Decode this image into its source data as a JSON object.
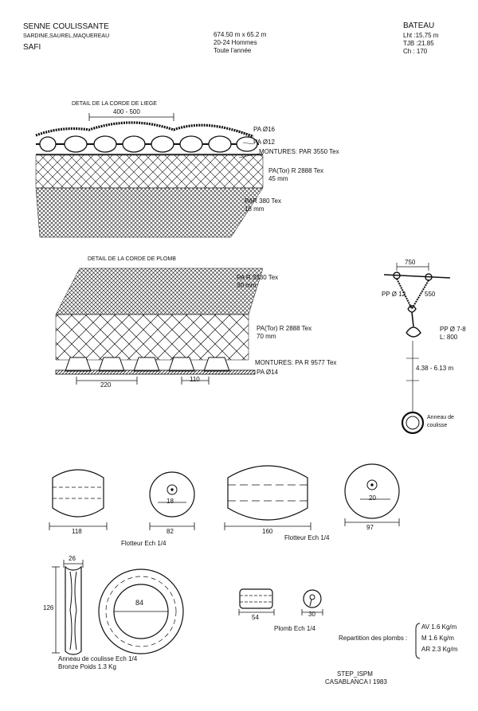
{
  "header": {
    "title": "SENNE COULISSANTE",
    "species": "SARDINE,SAUREL,MAQUEREAU",
    "port": "SAFI",
    "dimensions": "674.50 m x 65.2 m",
    "crew": "20-24 Hommes",
    "season": "Toute l'année",
    "boat_label": "BATEAU",
    "boat_lht": "Lht :15.75 m",
    "boat_tjb": "TJB :21.85",
    "boat_ch": "Ch : 170"
  },
  "liege": {
    "title": "DETAIL DE LA CORDE DE LIEGE",
    "spacing": "400 - 500",
    "rope1": "PA Ø16",
    "rope2": "PA Ø12",
    "montures": "MONTURES: PAR 3550 Tex",
    "net1_line1": "PA(Tor) R 2888 Tex",
    "net1_line2": "45 mm",
    "net2_line1": "PAR 380 Tex",
    "net2_line2": "18 mm"
  },
  "plomb": {
    "title": "DETAIL DE LA CORDE DE PLOMB",
    "net1_line1": "PA R 3330 Tex",
    "net1_line2": "30 mm",
    "net2_line1": "PA(Tor) R 2888 Tex",
    "net2_line2": "70 mm",
    "montures": "MONTURES: PA R 9577 Tex",
    "rope": "PA Ø14",
    "dim_220": "220",
    "dim_110": "110"
  },
  "ring_rig": {
    "dim_750": "750",
    "dim_550": "550",
    "rope_pp": "PP Ø 12",
    "pp2": "PP Ø 7-8",
    "pp2_len": "L: 800",
    "length": "4.38 - 6.13 m",
    "ring_label1": "Anneau de",
    "ring_label2": "coulisse"
  },
  "floats": {
    "f1_len": "118",
    "f1_hole": "18",
    "f1_dia": "82",
    "f2_len": "160",
    "f2_hole": "20",
    "f2_dia": "97",
    "caption1": "Flotteur Ech 1/4",
    "caption2": "Flotteur Ech 1/4"
  },
  "ring": {
    "width": "26",
    "height": "126",
    "inner": "84",
    "caption1": "Anneau de coulisse Ech 1/4",
    "caption2": "Bronze Poids 1.3 Kg"
  },
  "lead": {
    "len": "54",
    "dia": "30",
    "caption": "Plomb Ech 1/4",
    "rep_label": "Repartition des plombs :",
    "rep1": "AV 1.6 Kg/m",
    "rep2": "M 1.6 Kg/m",
    "rep3": "AR 2.3 Kg/m"
  },
  "footer": {
    "org": "STEP_ISPM",
    "place_date": "CASABLANCA I 1983"
  }
}
